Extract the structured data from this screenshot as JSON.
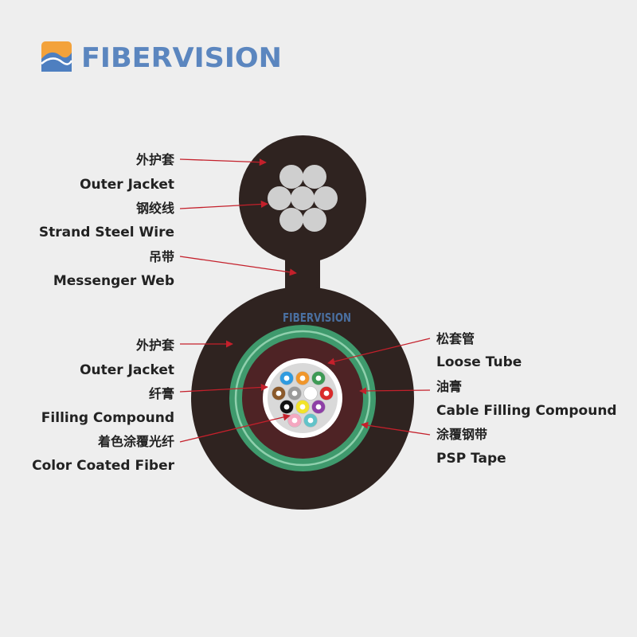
{
  "brand": {
    "name": "FIBERVISION",
    "inner_mark": "FIBERVISION",
    "color": "#5b86bf",
    "logo_colors": [
      "#f3a23b",
      "#4e7fc0"
    ]
  },
  "colors": {
    "jacket": "#2f2320",
    "strand": "#cfcfcf",
    "psp_tape": "#3f9a6d",
    "psp_stripe": "#8fd0ad",
    "compound": "#4e2325",
    "tube": "#ffffff",
    "tube_fill": "#d9d9d9",
    "arrow": "#c4202b"
  },
  "fiber_colors": [
    "#2f9be0",
    "#f0962b",
    "#3e9a55",
    "#8b5a2b",
    "#9a9a9a",
    "#ffffff",
    "#d92a2a",
    "#111111",
    "#f2e32a",
    "#8e3fa6",
    "#f4a7c0",
    "#62c3c9"
  ],
  "labels": {
    "left": [
      {
        "cn": "外护套",
        "en": "Outer Jacket"
      },
      {
        "cn": "钢绞线",
        "en": "Strand Steel Wire"
      },
      {
        "cn": "吊带",
        "en": "Messenger Web"
      },
      {
        "cn": "外护套",
        "en": "Outer Jacket"
      },
      {
        "cn": "纤膏",
        "en": "Filling Compound"
      },
      {
        "cn": "着色涂覆光纤",
        "en": "Color Coated Fiber"
      }
    ],
    "right": [
      {
        "cn": "松套管",
        "en": "Loose Tube"
      },
      {
        "cn": "油膏",
        "en": "Cable Filling Compound"
      },
      {
        "cn": "涂覆钢带",
        "en": "PSP Tape"
      }
    ]
  }
}
